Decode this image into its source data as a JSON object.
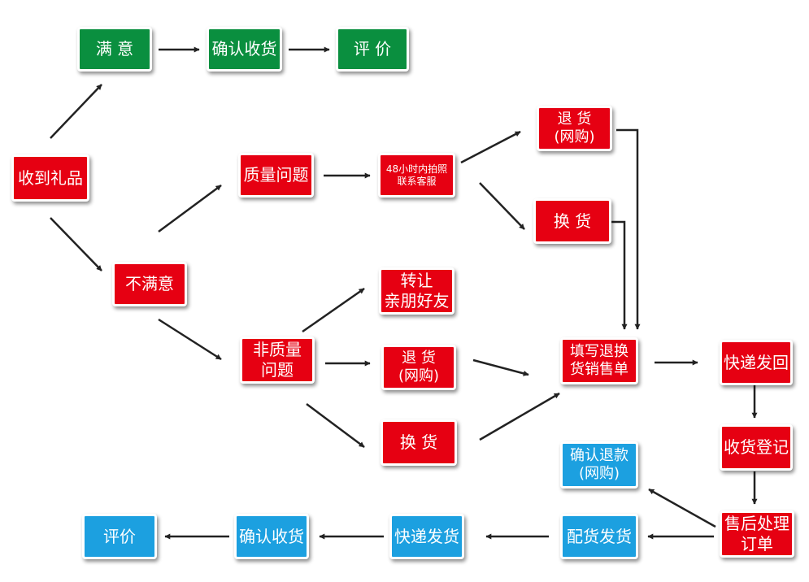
{
  "colors": {
    "red": "#e60012",
    "green": "#0a8f3f",
    "blue": "#1ca0e0",
    "arrow": "#222222"
  },
  "nodes": {
    "received": "收到礼品",
    "satisfied": "满 意",
    "confirm_receipt_top": "确认收货",
    "review_top": "评 价",
    "unsatisfied": "不满意",
    "quality_issue": "质量问题",
    "photo_contact": [
      "48小时内拍照",
      "联系客服"
    ],
    "return_online_top": [
      "退 货",
      "(网购)"
    ],
    "exchange_top": "换 货",
    "non_quality_issue": [
      "非质量",
      "问题"
    ],
    "transfer_friends": [
      "转让",
      "亲朋好友"
    ],
    "return_online_mid": [
      "退 货",
      "(网购)"
    ],
    "exchange_mid": "换 货",
    "fill_return_form": [
      "填写退换",
      "货销售单"
    ],
    "express_return": "快递发回",
    "receipt_register": "收货登记",
    "aftersale_order": [
      "售后处理",
      "订单"
    ],
    "confirm_refund": [
      "确认退款",
      "(网购)"
    ],
    "ship_goods": "配货发货",
    "express_ship": "快递发货",
    "confirm_receipt_bottom": "确认收货",
    "review_bottom": "评价"
  }
}
